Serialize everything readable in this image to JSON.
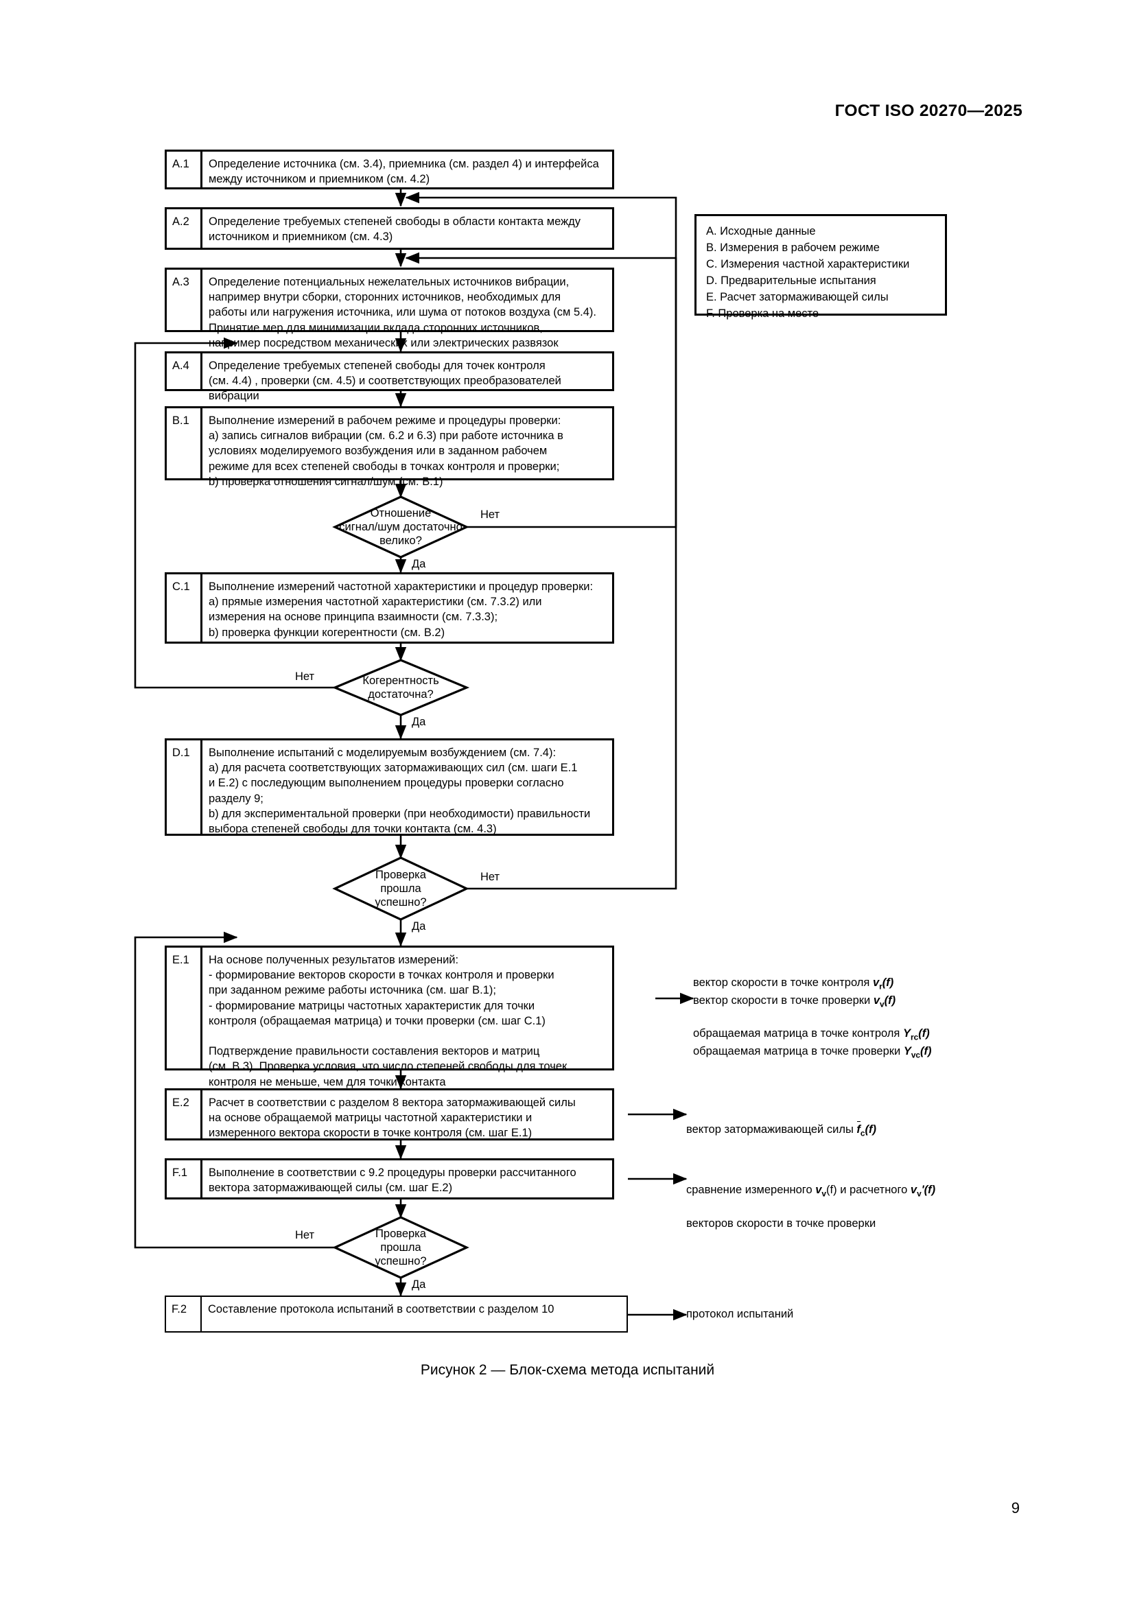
{
  "header": {
    "standard_title": "ГОСТ ISO 20270—2025",
    "page_number": "9"
  },
  "figure": {
    "caption": "Рисунок 2 — Блок-схема метода испытаний"
  },
  "legend": {
    "name": "stage-legend",
    "text": "A. Исходные данные\nB. Измерения в рабочем режиме\nC. Измерения частной характеристики\nD. Предварительные испытания\nE. Расчет затормаживающей силы\nF. Проверка на месте"
  },
  "flow": {
    "boxes": [
      {
        "id": "A1",
        "tag": "A.1",
        "text": "Определение источника (см. 3.4), приемника (см. раздел 4) и интерфейса\nмежду источником и приемником (см. 4.2)"
      },
      {
        "id": "A2",
        "tag": "A.2",
        "text": "Определение требуемых степеней свободы в области контакта между\nисточником и приемником (см. 4.3)"
      },
      {
        "id": "A3",
        "tag": "A.3",
        "text": "Определение потенциальных нежелательных источников вибрации,\nнапример внутри сборки, сторонних источников, необходимых для\nработы или нагружения источника, или шума от потоков воздуха (см 5.4).\nПринятие мер для минимизации вклада сторонних источников,\nнапример посредством механических или электрических развязок"
      },
      {
        "id": "A4",
        "tag": "A.4",
        "text": "Определение требуемых степеней свободы для точек контроля\n(см. 4.4) , проверки (см. 4.5) и соответствующих преобразователей вибрации"
      },
      {
        "id": "B1",
        "tag": "B.1",
        "text": "Выполнение измерений в рабочем режиме и процедуры проверки:\nа) запись сигналов вибрации (см. 6.2 и 6.3) при работе источника в\nусловиях моделируемого возбуждения или в заданном рабочем\nрежиме для всех степеней свободы в точках контроля и проверки;\nb) проверка отношения сигнал/шум (см. В.1)"
      },
      {
        "id": "C1",
        "tag": "C.1",
        "text": "Выполнение измерений частотной характеристики и процедур проверки:\nа) прямые измерения частотной характеристики (см. 7.3.2) или\nизмерения на основе принципа взаимности (см. 7.3.3);\nb) проверка функции когерентности (см. В.2)"
      },
      {
        "id": "D1",
        "tag": "D.1",
        "text": "Выполнение испытаний с моделируемым возбуждением (см. 7.4):\nа) для расчета соответствующих затормаживающих сил (см. шаги Е.1\nи Е.2) с последующим выполнением процедуры проверки согласно\nразделу 9;\nb) для экспериментальной проверки (при необходимости) правильности\nвыбора степеней свободы для точки контакта (см. 4.3)"
      },
      {
        "id": "E1",
        "tag": "E.1",
        "text": "На основе полученных результатов измерений:\n- формирование векторов скорости в точках контроля и проверки\nпри заданном режиме работы источника (см. шаг В.1);\n- формирование матрицы частотных характеристик для точки\nконтроля (обращаемая матрица) и точки проверки (см. шаг С.1)\n\nПодтверждение правильности составления векторов и матриц\n(см. В.3). Проверка условия, что число степеней свободы для точек\nконтроля не меньше, чем для точки контакта"
      },
      {
        "id": "E2",
        "tag": "E.2",
        "text": "Расчет в соответствии с разделом 8 вектора затормаживающей силы\nна основе обращаемой матрицы частотной характеристики и\nизмеренного вектора скорости в точке контроля (см. шаг Е.1)"
      },
      {
        "id": "F1",
        "tag": "F.1",
        "text": "Выполнение в соответствии с 9.2 процедуры проверки рассчитанного\nвектора затормаживающей силы (см. шаг Е.2)"
      },
      {
        "id": "F2",
        "tag": "F.2",
        "text": "Составление протокола испытаний в соответствии с разделом 10"
      }
    ],
    "decisions": [
      {
        "id": "D_SNR",
        "text": "Отношение\nсигнал/шум достаточно\nвелико?",
        "yes_label": "Да",
        "no_label": "Нет"
      },
      {
        "id": "D_COH",
        "text": "Когерентность\nдостаточна?",
        "yes_label": "Да",
        "no_label": "Нет"
      },
      {
        "id": "D_CHK1",
        "text": "Проверка\nпрошла\nуспешно?",
        "yes_label": "Да",
        "no_label": "Нет"
      },
      {
        "id": "D_CHK2",
        "text": "Проверка\nпрошла\nуспешно?",
        "yes_label": "Да",
        "no_label": "Нет"
      }
    ],
    "annotations": {
      "e1_line1_prefix": "вектор скорости в точке контроля ",
      "e1_line1_sym": "v",
      "e1_line1_sub": "r",
      "e1_line1_suffix": "(f)",
      "e1_line2_prefix": "вектор скорости в точке проверки ",
      "e1_line2_sym": "v",
      "e1_line2_sub": "v",
      "e1_line2_suffix": "(f)",
      "e1_line3_prefix": "обращаемая матрица в точке контроля ",
      "e1_line3_sym": "Y",
      "e1_line3_sub": "rc",
      "e1_line3_suffix": "(f)",
      "e1_line4_prefix": "обращаемая матрица в точке проверки ",
      "e1_line4_sym": "Y",
      "e1_line4_sub": "vc",
      "e1_line4_suffix": "(f)",
      "e2_prefix": "вектор затормаживающей силы ",
      "e2_sym": "f",
      "e2_sub": "c",
      "e2_suffix": "(f)",
      "f1_line1_a": "сравнение измеренного ",
      "f1_line1_sym1": "v",
      "f1_line1_sub1": "v",
      "f1_line1_b": "(f) и расчетного ",
      "f1_line1_sym2": "v",
      "f1_line1_sub2": "v",
      "f1_line1_c": "'(f)",
      "f1_line2": "векторов скорости в точке проверки",
      "f2_text": "протокол испытаний"
    }
  }
}
